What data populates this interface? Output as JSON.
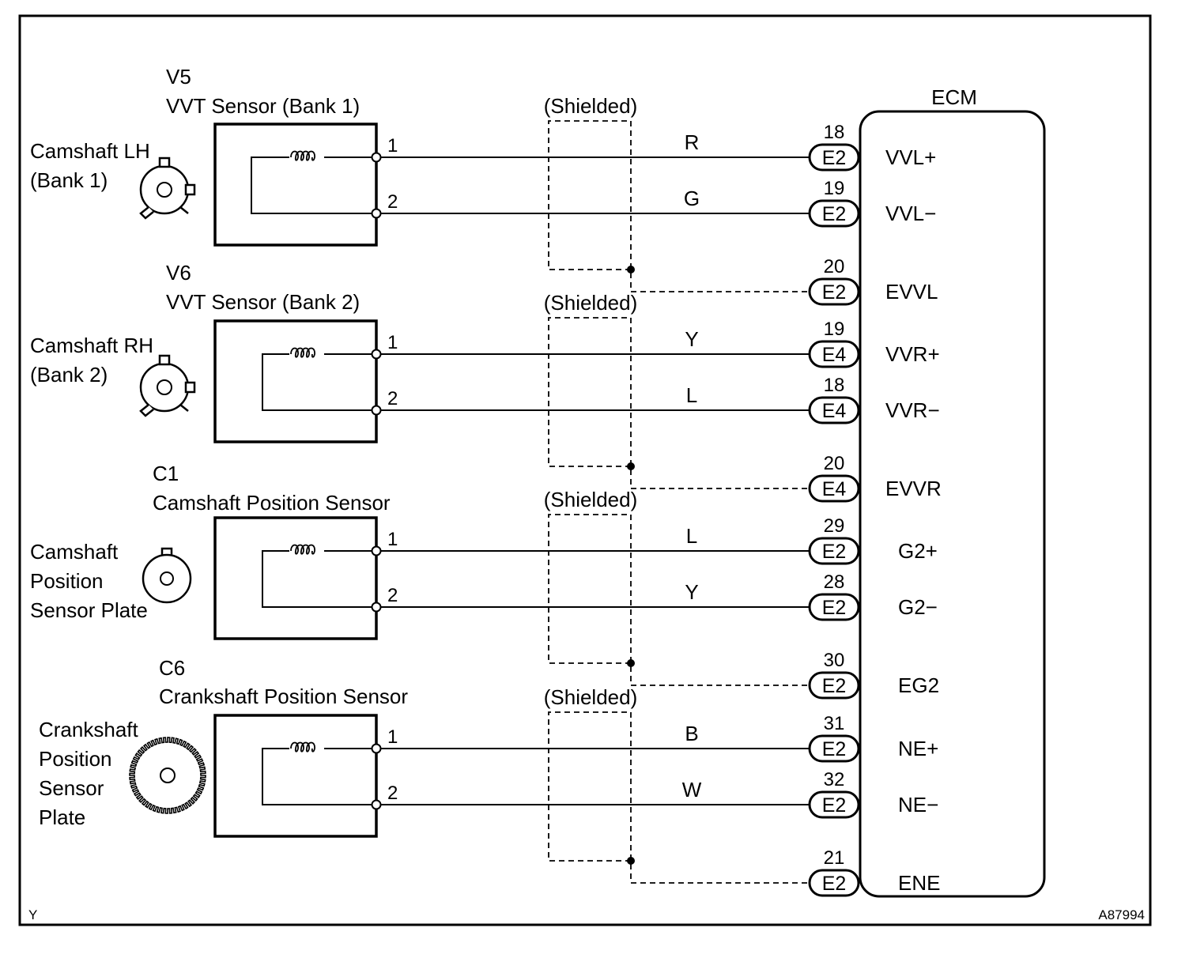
{
  "ecm_label": "ECM",
  "shield_label": "(Shielded)",
  "corner_left": "Y",
  "corner_right": "A87994",
  "sensors": [
    {
      "code": "V5",
      "name": "VVT Sensor (Bank 1)",
      "target_lines": [
        "Camshaft LH",
        "(Bank 1)"
      ],
      "target_icon": "camshaft-timing-rotor-icon",
      "pin1": "1",
      "pin2": "2",
      "wire_colors": [
        "R",
        "G"
      ],
      "connector": "E2",
      "ecm_pins": [
        "18",
        "19",
        "20"
      ],
      "ecm_terminals": [
        "VVL+",
        "VVL−",
        "EVVL"
      ]
    },
    {
      "code": "V6",
      "name": "VVT Sensor (Bank 2)",
      "target_lines": [
        "Camshaft RH",
        "(Bank 2)"
      ],
      "target_icon": "camshaft-timing-rotor-icon",
      "pin1": "1",
      "pin2": "2",
      "wire_colors": [
        "Y",
        "L"
      ],
      "connector": "E4",
      "ecm_pins": [
        "19",
        "18",
        "20"
      ],
      "ecm_terminals": [
        "VVR+",
        "VVR−",
        "EVVR"
      ]
    },
    {
      "code": "C1",
      "name": "Camshaft Position Sensor",
      "target_lines": [
        "Camshaft",
        "Position",
        "Sensor Plate"
      ],
      "target_icon": "single-tooth-plate-icon",
      "pin1": "1",
      "pin2": "2",
      "wire_colors": [
        "L",
        "Y"
      ],
      "connector": "E2",
      "ecm_pins": [
        "29",
        "28",
        "30"
      ],
      "ecm_terminals": [
        "G2+",
        "G2−",
        "EG2"
      ]
    },
    {
      "code": "C6",
      "name": "Crankshaft Position Sensor",
      "target_lines": [
        "Crankshaft",
        "Position",
        "Sensor",
        "Plate"
      ],
      "target_icon": "toothed-gear-icon",
      "pin1": "1",
      "pin2": "2",
      "wire_colors": [
        "B",
        "W"
      ],
      "connector": "E2",
      "ecm_pins": [
        "31",
        "32",
        "21"
      ],
      "ecm_terminals": [
        "NE+",
        "NE−",
        "ENE"
      ]
    }
  ]
}
